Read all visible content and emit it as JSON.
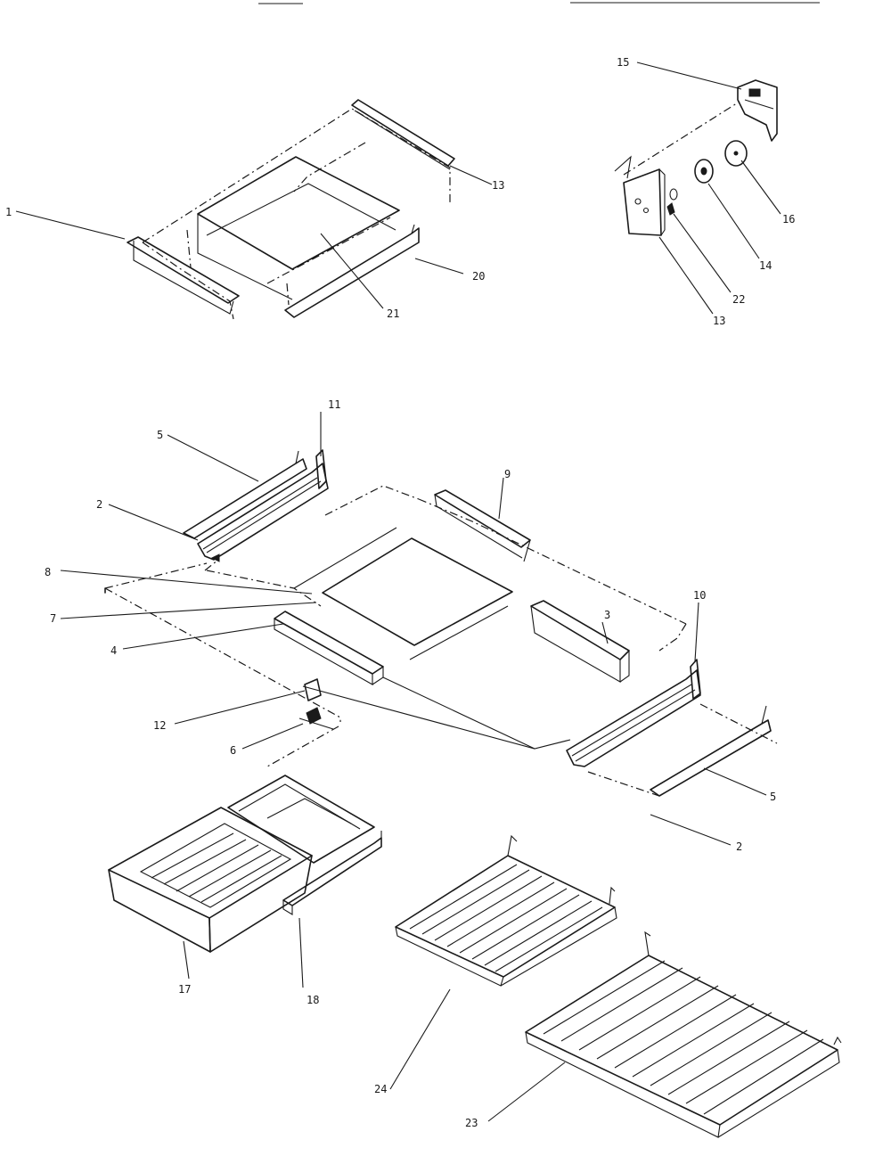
{
  "callouts": [
    {
      "id": "c1",
      "text": "1"
    },
    {
      "id": "c2",
      "text": "2"
    },
    {
      "id": "c2b",
      "text": "2"
    },
    {
      "id": "c3",
      "text": "3"
    },
    {
      "id": "c4",
      "text": "4"
    },
    {
      "id": "c5",
      "text": "5"
    },
    {
      "id": "c5b",
      "text": "5"
    },
    {
      "id": "c6",
      "text": "6"
    },
    {
      "id": "c7",
      "text": "7"
    },
    {
      "id": "c8",
      "text": "8"
    },
    {
      "id": "c9",
      "text": "9"
    },
    {
      "id": "c10",
      "text": "10"
    },
    {
      "id": "c11",
      "text": "11"
    },
    {
      "id": "c12",
      "text": "12"
    },
    {
      "id": "c13",
      "text": "13"
    },
    {
      "id": "c13b",
      "text": "13"
    },
    {
      "id": "c14",
      "text": "14"
    },
    {
      "id": "c15",
      "text": "15"
    },
    {
      "id": "c16",
      "text": "16"
    },
    {
      "id": "c17",
      "text": "17"
    },
    {
      "id": "c18",
      "text": "18"
    },
    {
      "id": "c20",
      "text": "20"
    },
    {
      "id": "c21",
      "text": "21"
    },
    {
      "id": "c22",
      "text": "22"
    },
    {
      "id": "c23",
      "text": "23"
    },
    {
      "id": "c24",
      "text": "24"
    }
  ]
}
